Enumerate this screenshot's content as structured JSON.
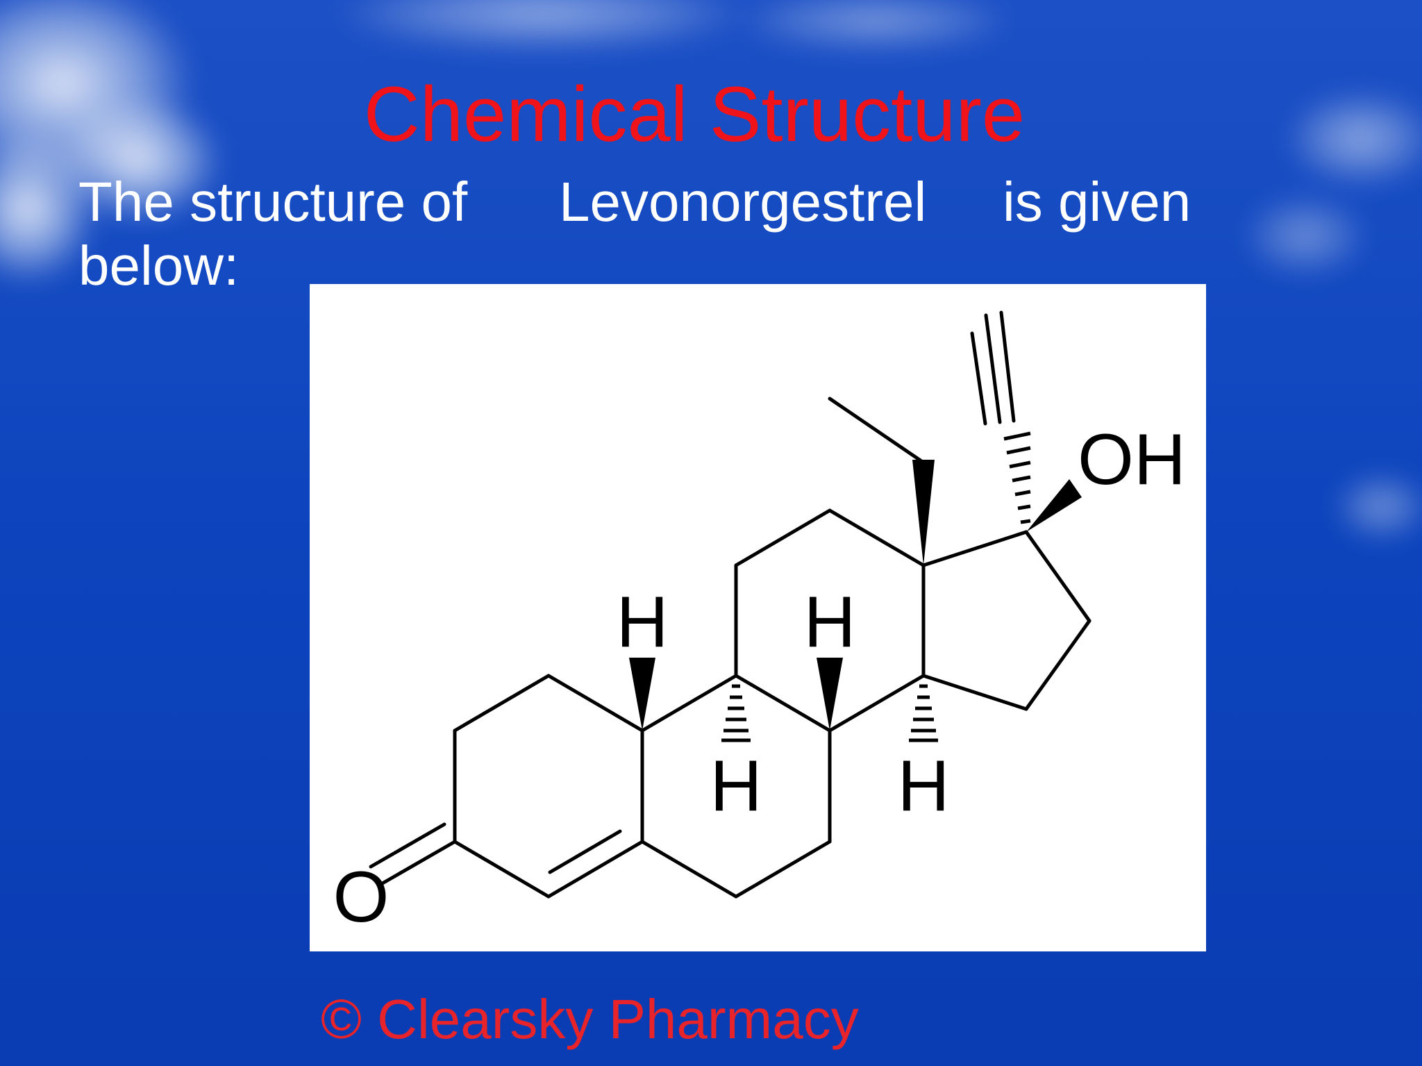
{
  "slide": {
    "title": "Chemical Structure",
    "intro": {
      "part1": "The structure of",
      "compound": "Levonorgestrel",
      "part2": "is given",
      "part3": "below:"
    },
    "copyright": "© Clearsky Pharmacy"
  },
  "structure": {
    "atom_labels": {
      "oxygen": "O",
      "hydroxyl": "OH",
      "hydrogen": "H"
    }
  },
  "colors": {
    "title": "#f0131a",
    "copyright": "#e8232a",
    "body_text": "#ffffff",
    "sky_top": "#1a4ec4",
    "sky_bottom": "#0a3fb8",
    "panel": "#ffffff"
  }
}
